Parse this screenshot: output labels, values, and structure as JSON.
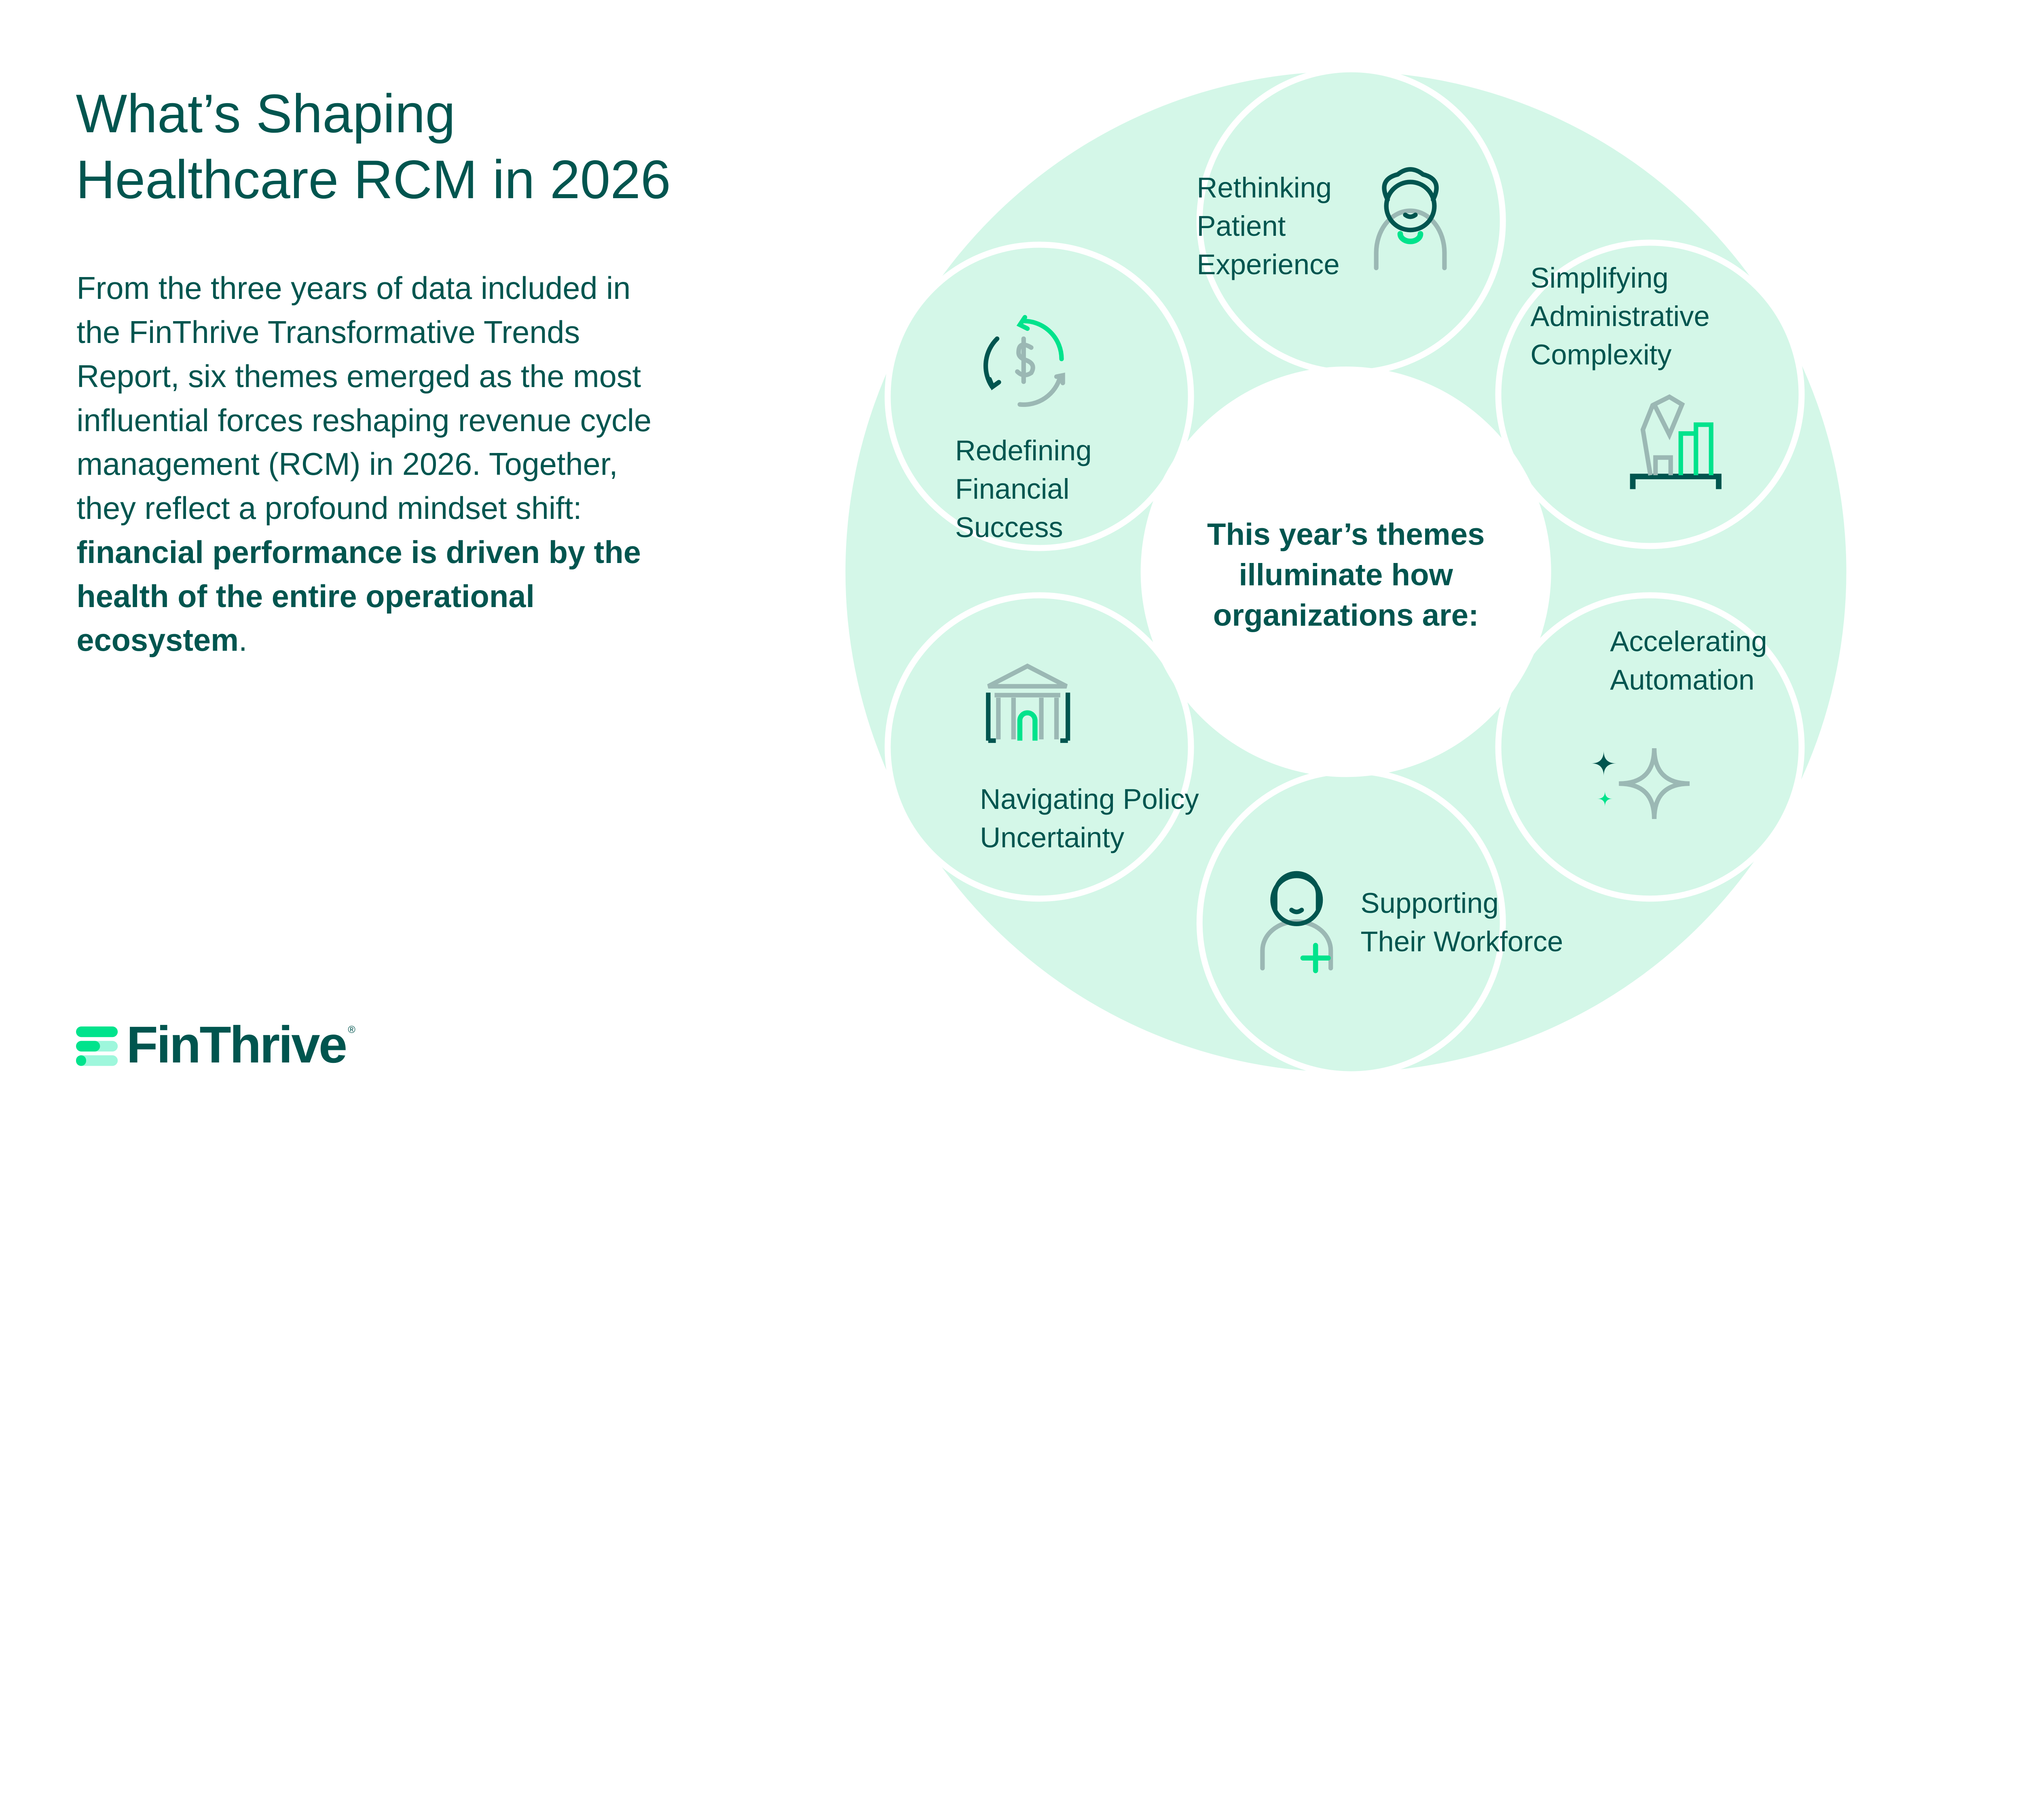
{
  "title": {
    "line1": "What’s Shaping",
    "line2": "Healthcare RCM in 2026"
  },
  "body": {
    "text": "From the three years of data included in the FinThrive Transformative Trends Report, six themes emerged as the most influential forces reshaping revenue cycle management (RCM) in 2026. Together, they reflect a profound mindset shift: ",
    "bold": "financial performance is driven by the health of the entire operational ecosystem",
    "end": "."
  },
  "center": {
    "text": "This year’s themes illuminate how organizations are:"
  },
  "themes": [
    {
      "line1": "Rethinking",
      "line2": "Patient",
      "line3": "Experience",
      "icon": "patient-icon"
    },
    {
      "line1": "Simplifying",
      "line2": "Administrative",
      "line3": "Complexity",
      "icon": "desk-lamp-chart-icon"
    },
    {
      "line1": "Accelerating",
      "line2": "Automation",
      "icon": "sparkle-icon"
    },
    {
      "line1": "Supporting",
      "line2": "Their Workforce",
      "icon": "healthcare-worker-icon"
    },
    {
      "line1": "Navigating Policy",
      "line2": "Uncertainty",
      "icon": "government-building-icon"
    },
    {
      "line1": "Redefining",
      "line2": "Financial",
      "line3": "Success",
      "icon": "dollar-cycle-icon"
    }
  ],
  "logo": {
    "text": "FinThrive",
    "reg": "®"
  },
  "colors": {
    "dark": "#00554f",
    "mint": "#d4f7e8",
    "green": "#00e38c",
    "light_green": "#9ef7dc",
    "gray": "#9bb8b4"
  }
}
